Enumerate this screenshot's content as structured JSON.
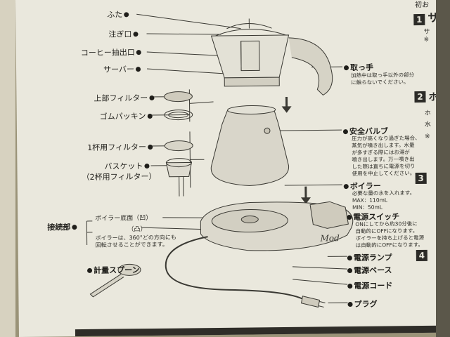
{
  "labels_left": {
    "lid": "ふた",
    "spout": "注ぎ口",
    "coffee_outlet": "コーヒー抽出口",
    "server": "サーバー",
    "upper_filter": "上部フィルター",
    "gasket": "ゴムパッキン",
    "one_cup_filter": "1杯用フィルター",
    "basket": "バスケット",
    "basket_sub": "（2杯用フィルター）",
    "connection": "接続部",
    "boiler_bottom": "ボイラー底面（凹）",
    "boiler_bottom_convex": "（凸）",
    "rotate_note_1": "ボイラーは、360°どの方向にも",
    "rotate_note_2": "回転させることができます。",
    "spoon": "計量スプーン"
  },
  "labels_right": {
    "handle": "取っ手",
    "handle_note_1": "加熱中は取っ手以外の部分",
    "handle_note_2": "に触らないでください。",
    "safety_valve": "安全バルブ",
    "valve_note": [
      "圧力が高くなり過ぎた場合、",
      "蒸気が噴き出します。水量",
      "が多すぎる際にはお湯が",
      "噴き出します。万一噴き出",
      "した際は直ちに電源を切り",
      "使用を中止してください。"
    ],
    "boiler": "ボイラー",
    "boiler_note": "必要な量の水を入れます。",
    "max": "MAX：110mL",
    "min": "MIN：50mL",
    "power_switch": "電源スイッチ",
    "switch_note": [
      "ONにしてから約30分後に",
      "自動的にOFFになります。",
      "ボイラーを持ち上げると電源",
      "は自動的にOFFになります。"
    ],
    "power_lamp": "電源ランプ",
    "power_base": "電源ベース",
    "power_cord": "電源コード",
    "plug": "プラグ"
  },
  "edge_text": {
    "top_right": "初お",
    "item1_num": "1",
    "item1_char": "サ",
    "item1_line": "サ",
    "item1_note": "※",
    "item2_num": "2",
    "item2_char": "ホ",
    "item2_line1": "ホ",
    "item2_line2": "水",
    "item2_note": "※",
    "item3_num": "3",
    "item4_num": "4"
  },
  "device_brand": "Mod"
}
